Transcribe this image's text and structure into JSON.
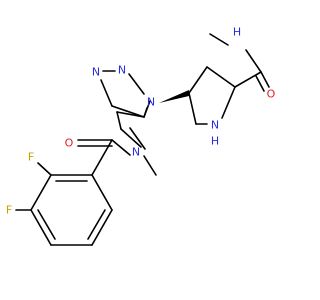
{
  "colors": {
    "nitrogen": "#2a2ae0",
    "oxygen": "#e02020",
    "fluorine": "#c8a000",
    "bond": "#000000"
  },
  "atoms": {
    "triazole_n1": "N",
    "triazole_n2": "N",
    "triazole_n3": "N",
    "pyrrolidine_nh": "N",
    "pyrrolidine_h": "H",
    "amide_nh": "N",
    "amide_h": "H",
    "amide_o": "O",
    "benzamide_n": "N",
    "benzamide_o": "O",
    "fluorine_2": "F",
    "fluorine_3": "F"
  }
}
